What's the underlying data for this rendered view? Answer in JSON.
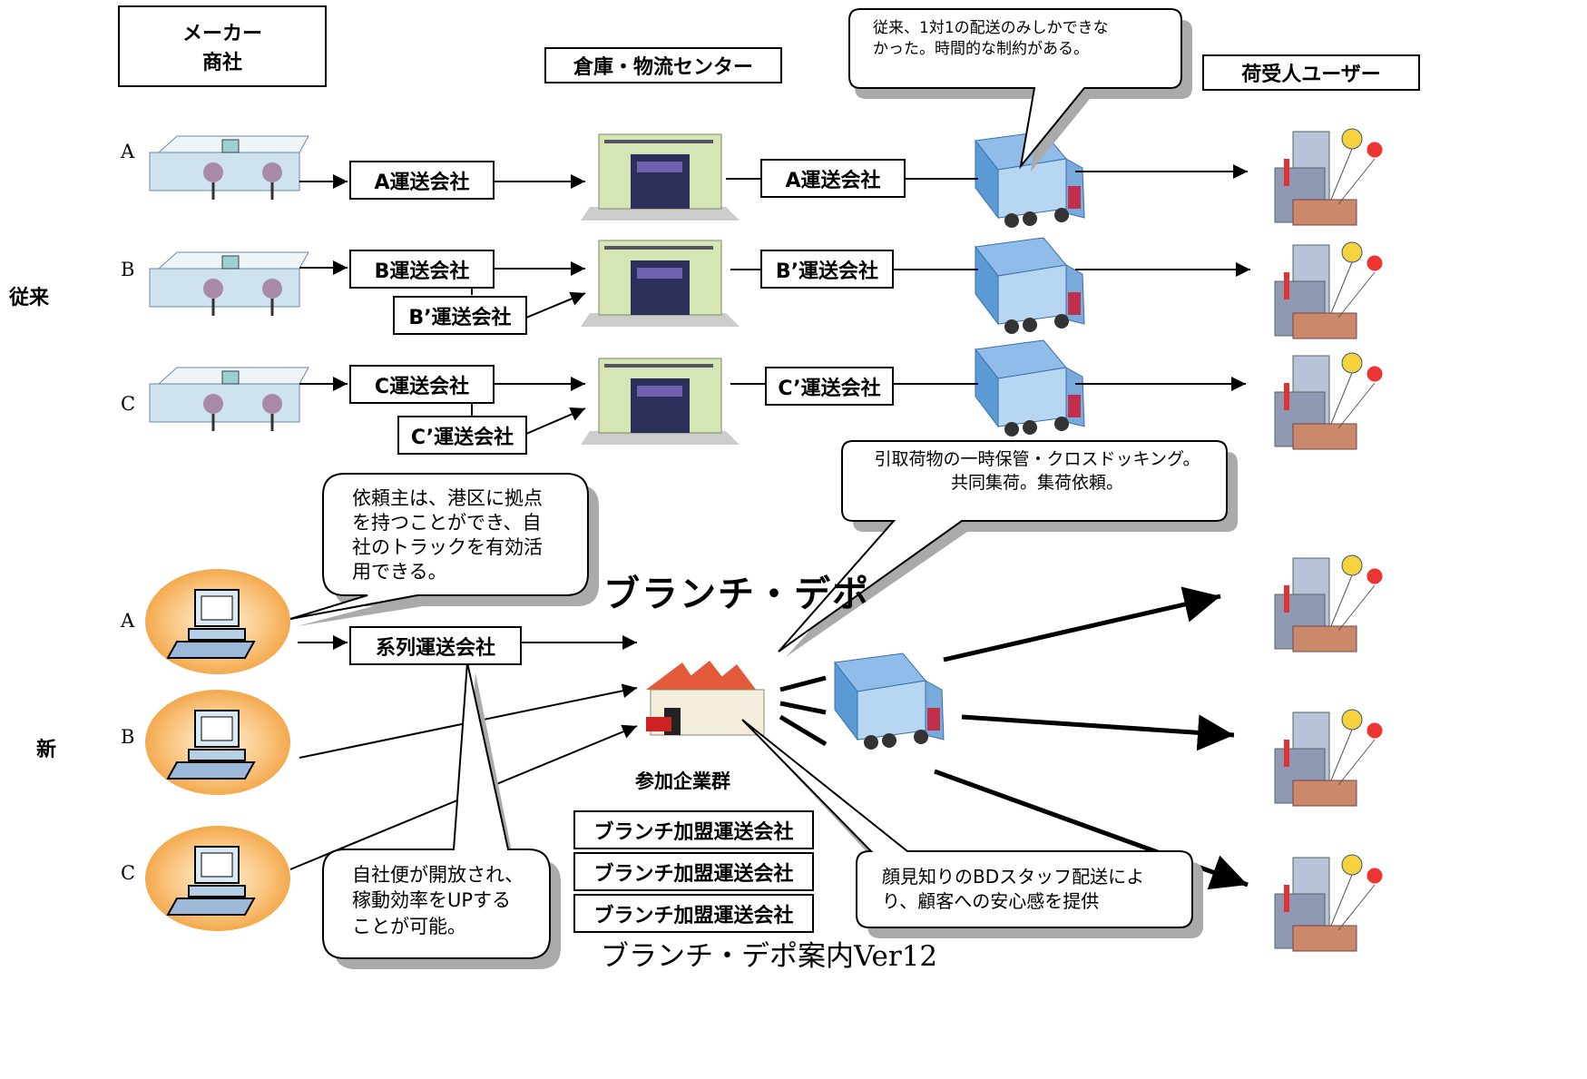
{
  "headers": {
    "maker": [
      "メーカー",
      "商社"
    ],
    "warehouse": "倉庫・物流センター",
    "consignee": "荷受人ユーザー"
  },
  "sections": {
    "old": "従来",
    "new": "新"
  },
  "rows_old": [
    {
      "label": "A",
      "carrier1": "A運送会社",
      "carrier2": "A運送会社"
    },
    {
      "label": "B",
      "carrier1": "B運送会社",
      "carrier1_alt": "B’運送会社",
      "carrier2": "B’運送会社"
    },
    {
      "label": "C",
      "carrier1": "C運送会社",
      "carrier1_alt": "C’運送会社",
      "carrier2": "C’運送会社"
    }
  ],
  "rows_new": [
    {
      "label": "A"
    },
    {
      "label": "B"
    },
    {
      "label": "C"
    }
  ],
  "new_flow": {
    "affiliate_carrier": "系列運送会社",
    "depot_title": "ブランチ・デポ",
    "participants_title": "参加企業群",
    "members": [
      "ブランチ加盟運送会社",
      "ブランチ加盟運送会社",
      "ブランチ加盟運送会社"
    ]
  },
  "callouts": {
    "top": [
      "従来、1対1の配送のみしかできな",
      "かった。時間的な制約がある。"
    ],
    "depot": [
      "引取荷物の一時保管・クロスドッキング。",
      "共同集荷。集荷依頼。"
    ],
    "client": [
      "依頼主は、港区に拠点",
      "を持つことができ、自",
      "社のトラックを有効活",
      "用できる。"
    ],
    "efficiency": [
      "自社便が開放され、",
      "稼動効率をUPする",
      "ことが可能。"
    ],
    "staff": [
      "顔見知りのBDスタッフ配送によ",
      "り、顧客への安心感を提供"
    ]
  },
  "footer": "ブランチ・デポ案内Ver12",
  "colors": {
    "truck": "#5b9bd5",
    "warehouse": "#c9dca0",
    "pc_glow": "#f7b96a"
  }
}
